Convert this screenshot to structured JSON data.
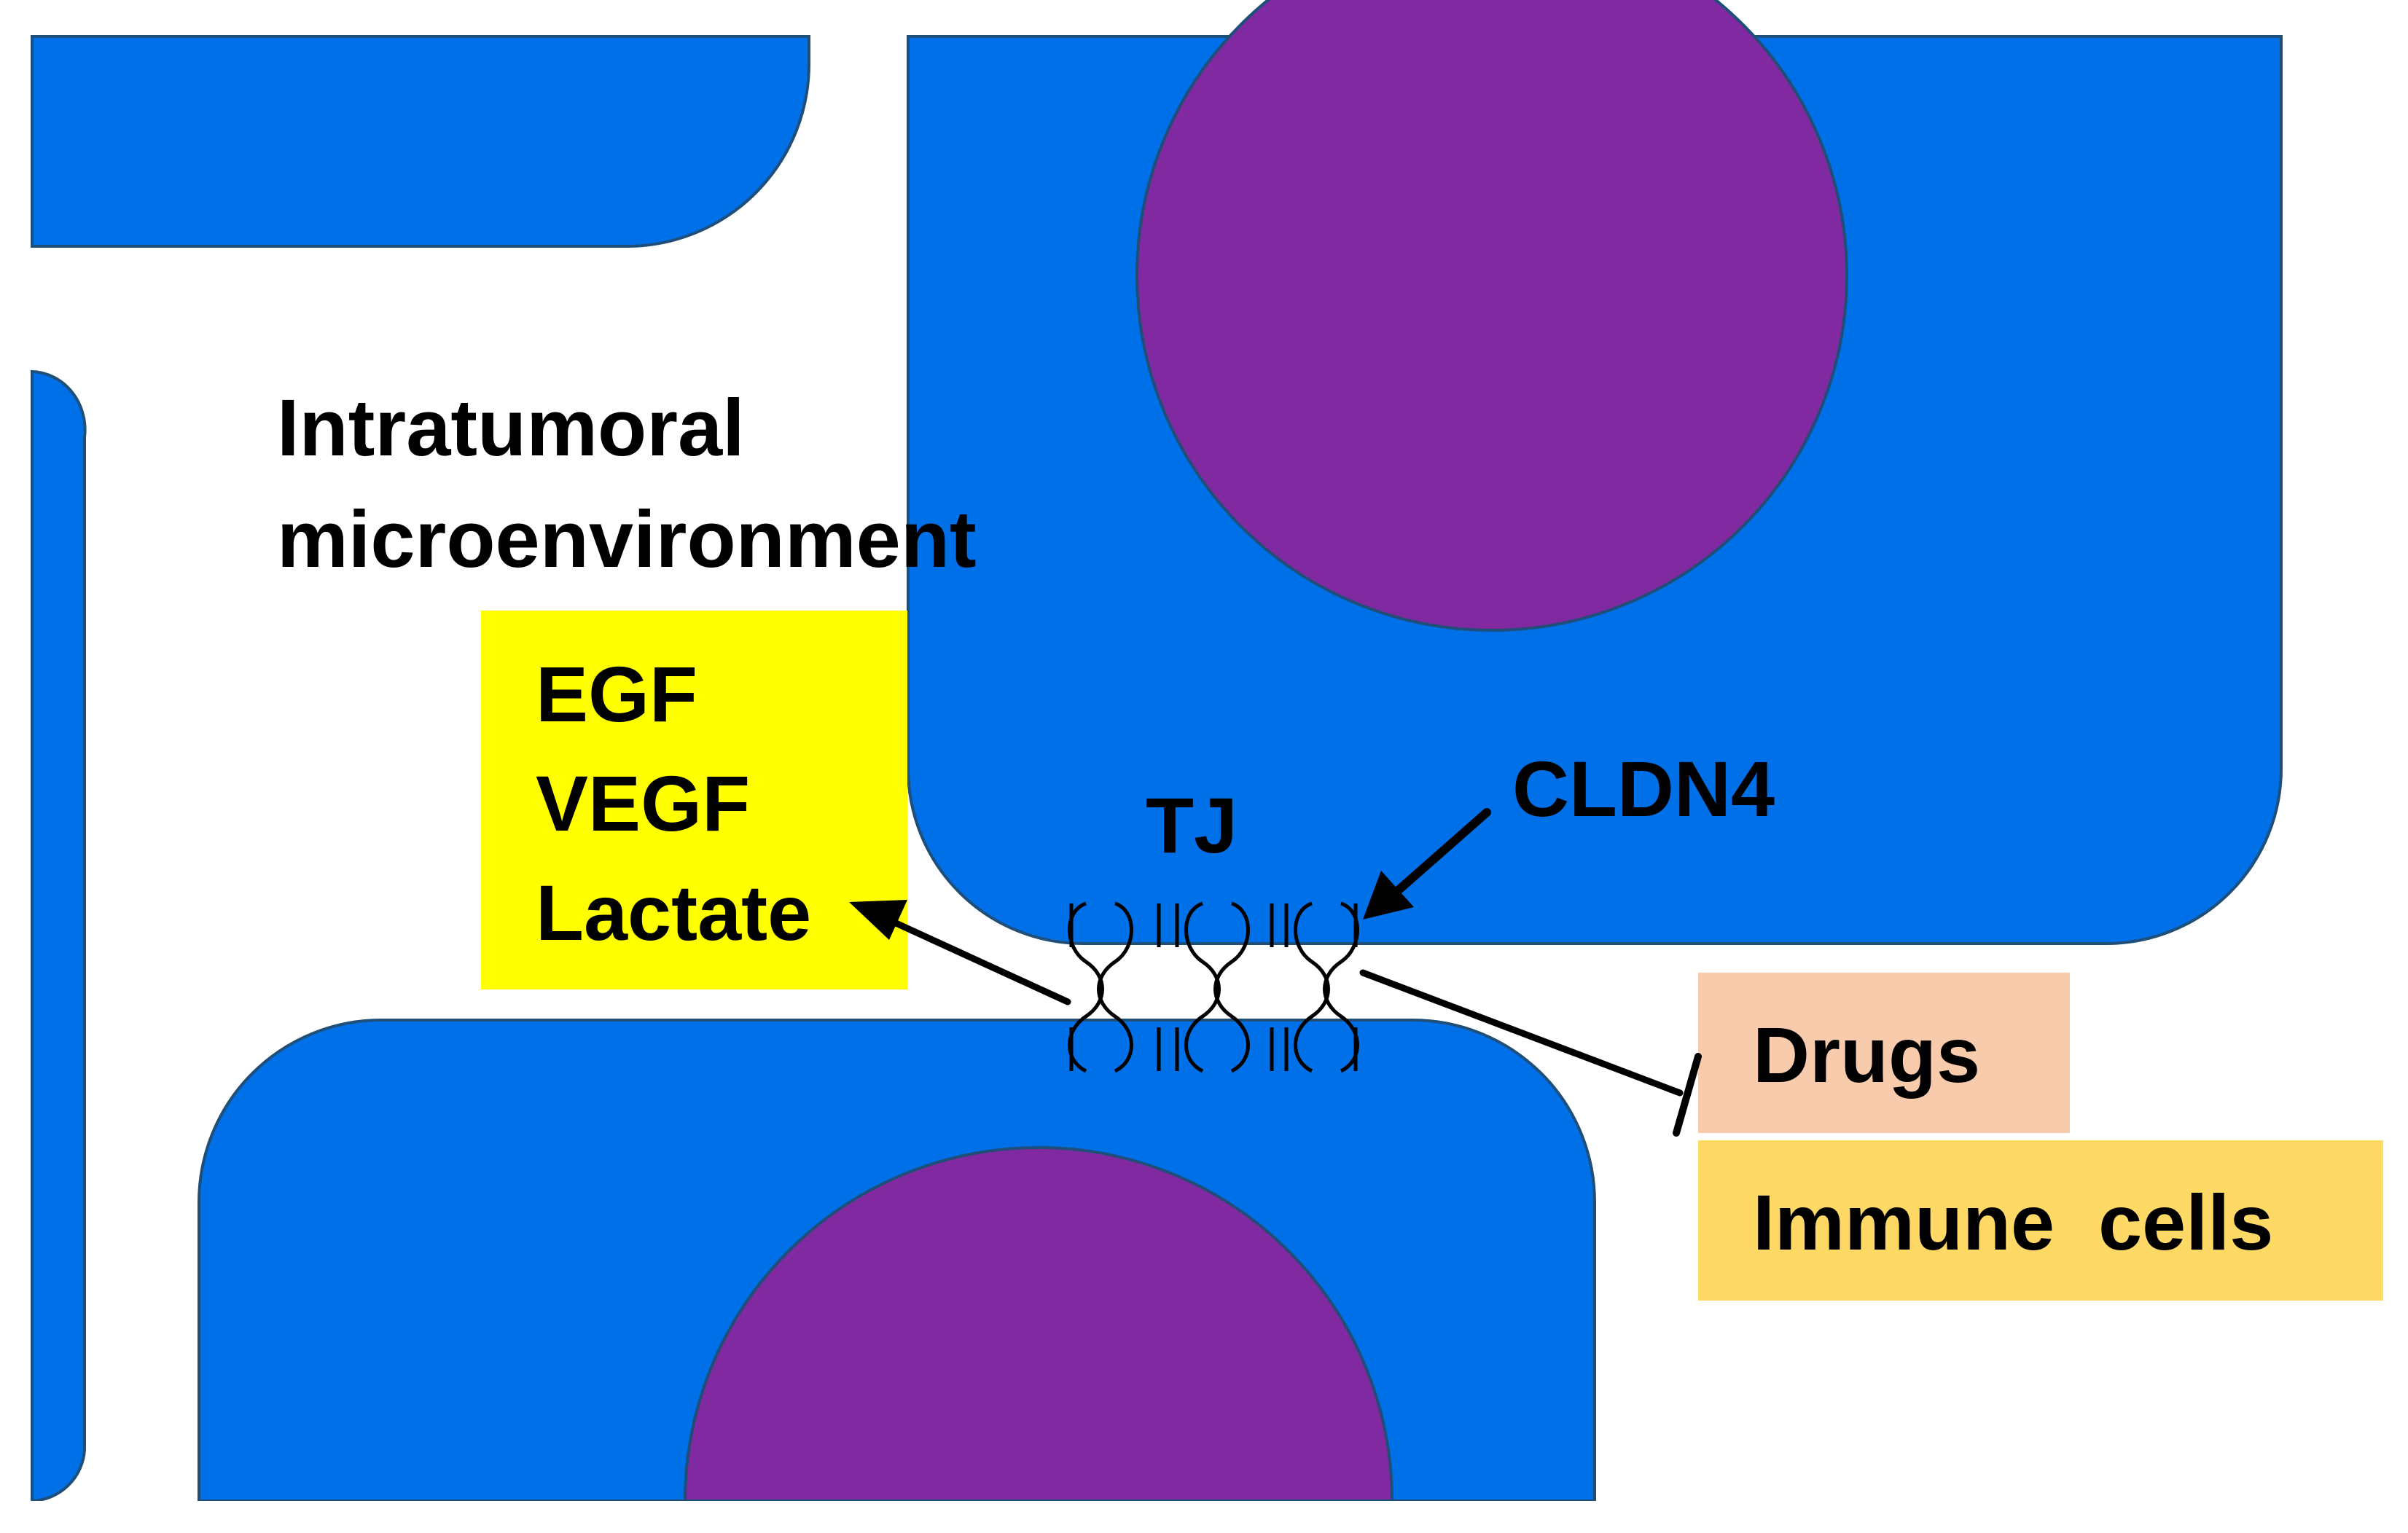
{
  "labels": {
    "microenvironment_line1": "Intratumoral",
    "microenvironment_line2": "microenvironment",
    "tj": "TJ",
    "cldn4": "CLDN4"
  },
  "secreted_factors": [
    "EGF",
    "VEGF",
    "Lactate"
  ],
  "blocked_items": {
    "drugs": "Drugs",
    "immune_cells": "Immune  cells"
  },
  "colors": {
    "cell_cytoplasm": "#0070e8",
    "cell_border": "#1f4e79",
    "nucleus": "#8029a0",
    "factors_box": "#ffff00",
    "drugs_box": "#f8cbad",
    "immune_box": "#ffd966",
    "background": "#ffffff"
  }
}
